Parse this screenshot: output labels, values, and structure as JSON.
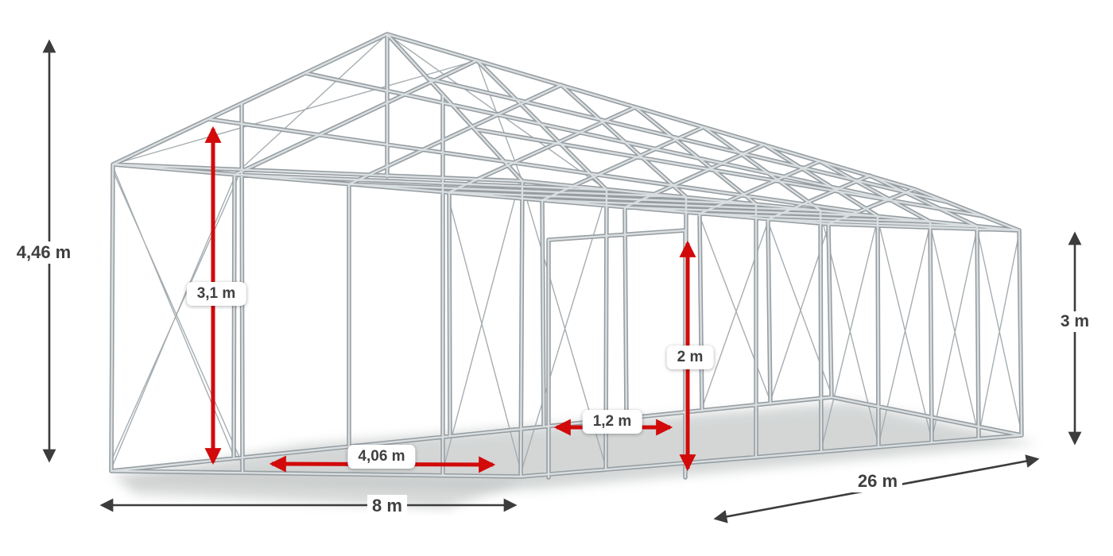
{
  "diagram": {
    "type": "tent-frame-3d",
    "description": "Steel frame construction of a large storage tent shown in perspective with dimension arrows",
    "colors": {
      "dimension_red": "#d20a0a",
      "dimension_black": "#3c3c3c",
      "frame_dark": "#969da1",
      "frame_light": "#d9dee0",
      "label_text": "#3f3f3f",
      "label_background": "#ffffff",
      "page_background": "#ffffff"
    },
    "dimensions": {
      "total_height": "4,46 m",
      "clear_height": "3,1 m",
      "side_height": "3 m",
      "width": "8 m",
      "length": "26 m",
      "door_width": "1,2 m",
      "door_height": "2 m",
      "entrance_width": "4,06 m"
    }
  }
}
